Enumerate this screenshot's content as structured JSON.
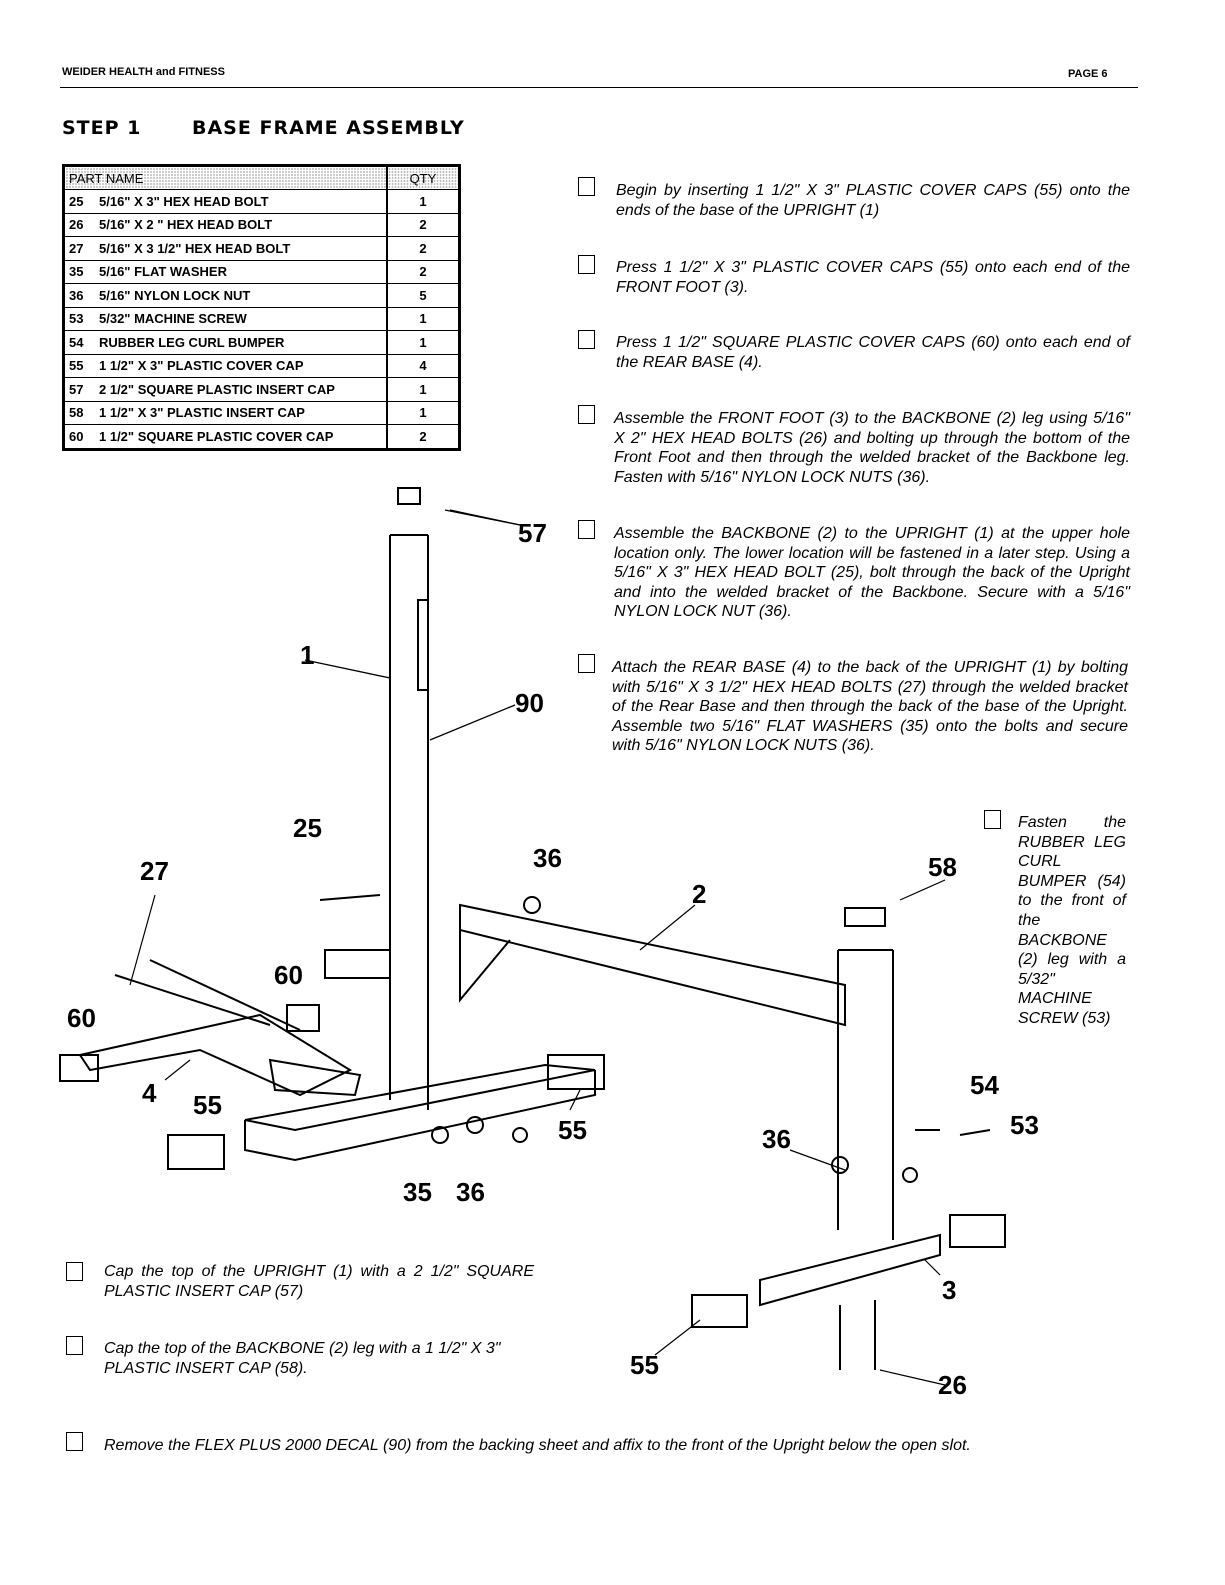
{
  "header": {
    "brand": "WEIDER HEALTH and FITNESS",
    "page": "PAGE 6"
  },
  "title": {
    "step": "STEP 1",
    "name": "BASE FRAME ASSEMBLY"
  },
  "parts_table": {
    "headers": [
      "PART NAME",
      "QTY"
    ],
    "rows": [
      {
        "no": "25",
        "name": "5/16\" X 3\" HEX HEAD BOLT",
        "qty": "1"
      },
      {
        "no": "26",
        "name": "5/16\" X 2 \" HEX HEAD BOLT",
        "qty": "2"
      },
      {
        "no": "27",
        "name": "5/16\" X 3 1/2\" HEX HEAD BOLT",
        "qty": "2"
      },
      {
        "no": "35",
        "name": "5/16\" FLAT WASHER",
        "qty": "2"
      },
      {
        "no": "36",
        "name": "5/16\" NYLON LOCK NUT",
        "qty": "5"
      },
      {
        "no": "53",
        "name": "5/32\" MACHINE SCREW",
        "qty": "1"
      },
      {
        "no": "54",
        "name": "RUBBER LEG CURL BUMPER",
        "qty": "1"
      },
      {
        "no": "55",
        "name": "1 1/2\" X 3\" PLASTIC COVER CAP",
        "qty": "4"
      },
      {
        "no": "57",
        "name": "2 1/2\" SQUARE PLASTIC INSERT CAP",
        "qty": "1"
      },
      {
        "no": "58",
        "name": "1 1/2\" X 3\" PLASTIC INSERT CAP",
        "qty": "1"
      },
      {
        "no": "60",
        "name": "1 1/2\" SQUARE PLASTIC COVER CAP",
        "qty": "2"
      }
    ]
  },
  "instructions": [
    "Begin by inserting 1 1/2\" X 3\" PLASTIC COVER CAPS (55) onto the ends of the base of the UPRIGHT (1)",
    "Press 1 1/2\" X 3\" PLASTIC COVER CAPS (55) onto each end of the FRONT FOOT (3).",
    "Press 1 1/2\" SQUARE PLASTIC COVER CAPS (60) onto each end of the REAR BASE (4).",
    "Assemble the FRONT FOOT (3) to the BACKBONE (2) leg using 5/16\" X 2\" HEX HEAD BOLTS (26) and bolting up through the bottom of the Front Foot and then through the welded bracket of the Backbone leg. Fasten with 5/16\" NYLON LOCK NUTS (36).",
    "Assemble the BACKBONE (2) to the UPRIGHT (1) at the upper hole location only. The lower location will be fastened in a later step. Using a 5/16\" X 3\" HEX HEAD BOLT (25), bolt through the back of the Upright and into the welded bracket of the Backbone. Secure with a 5/16\" NYLON LOCK NUT (36).",
    "Attach the REAR BASE (4) to the back of the UPRIGHT (1) by bolting with 5/16\" X 3 1/2\" HEX HEAD BOLTS (27) through the welded bracket of the Rear Base and then through the back of the base of the Upright. Assemble two 5/16\" FLAT WASHERS (35) onto the bolts and secure with 5/16\" NYLON LOCK NUTS (36).",
    "Fasten the RUBBER LEG CURL BUMPER (54) to the front of the BACKBONE (2) leg with a 5/32\" MACHINE SCREW (53)",
    "Cap the top of the UPRIGHT (1) with a 2 1/2\" SQUARE PLASTIC INSERT CAP (57)",
    "Cap the top of the BACKBONE (2) leg with a 1 1/2\" X 3\" PLASTIC INSERT CAP (58).",
    "Remove the FLEX PLUS 2000 DECAL (90) from the backing sheet and affix to the front of the Upright below the open slot."
  ],
  "callouts": [
    "57",
    "1",
    "90",
    "25",
    "27",
    "36",
    "2",
    "58",
    "60",
    "60",
    "4",
    "55",
    "55",
    "35",
    "36",
    "54",
    "53",
    "36",
    "3",
    "55",
    "26"
  ]
}
